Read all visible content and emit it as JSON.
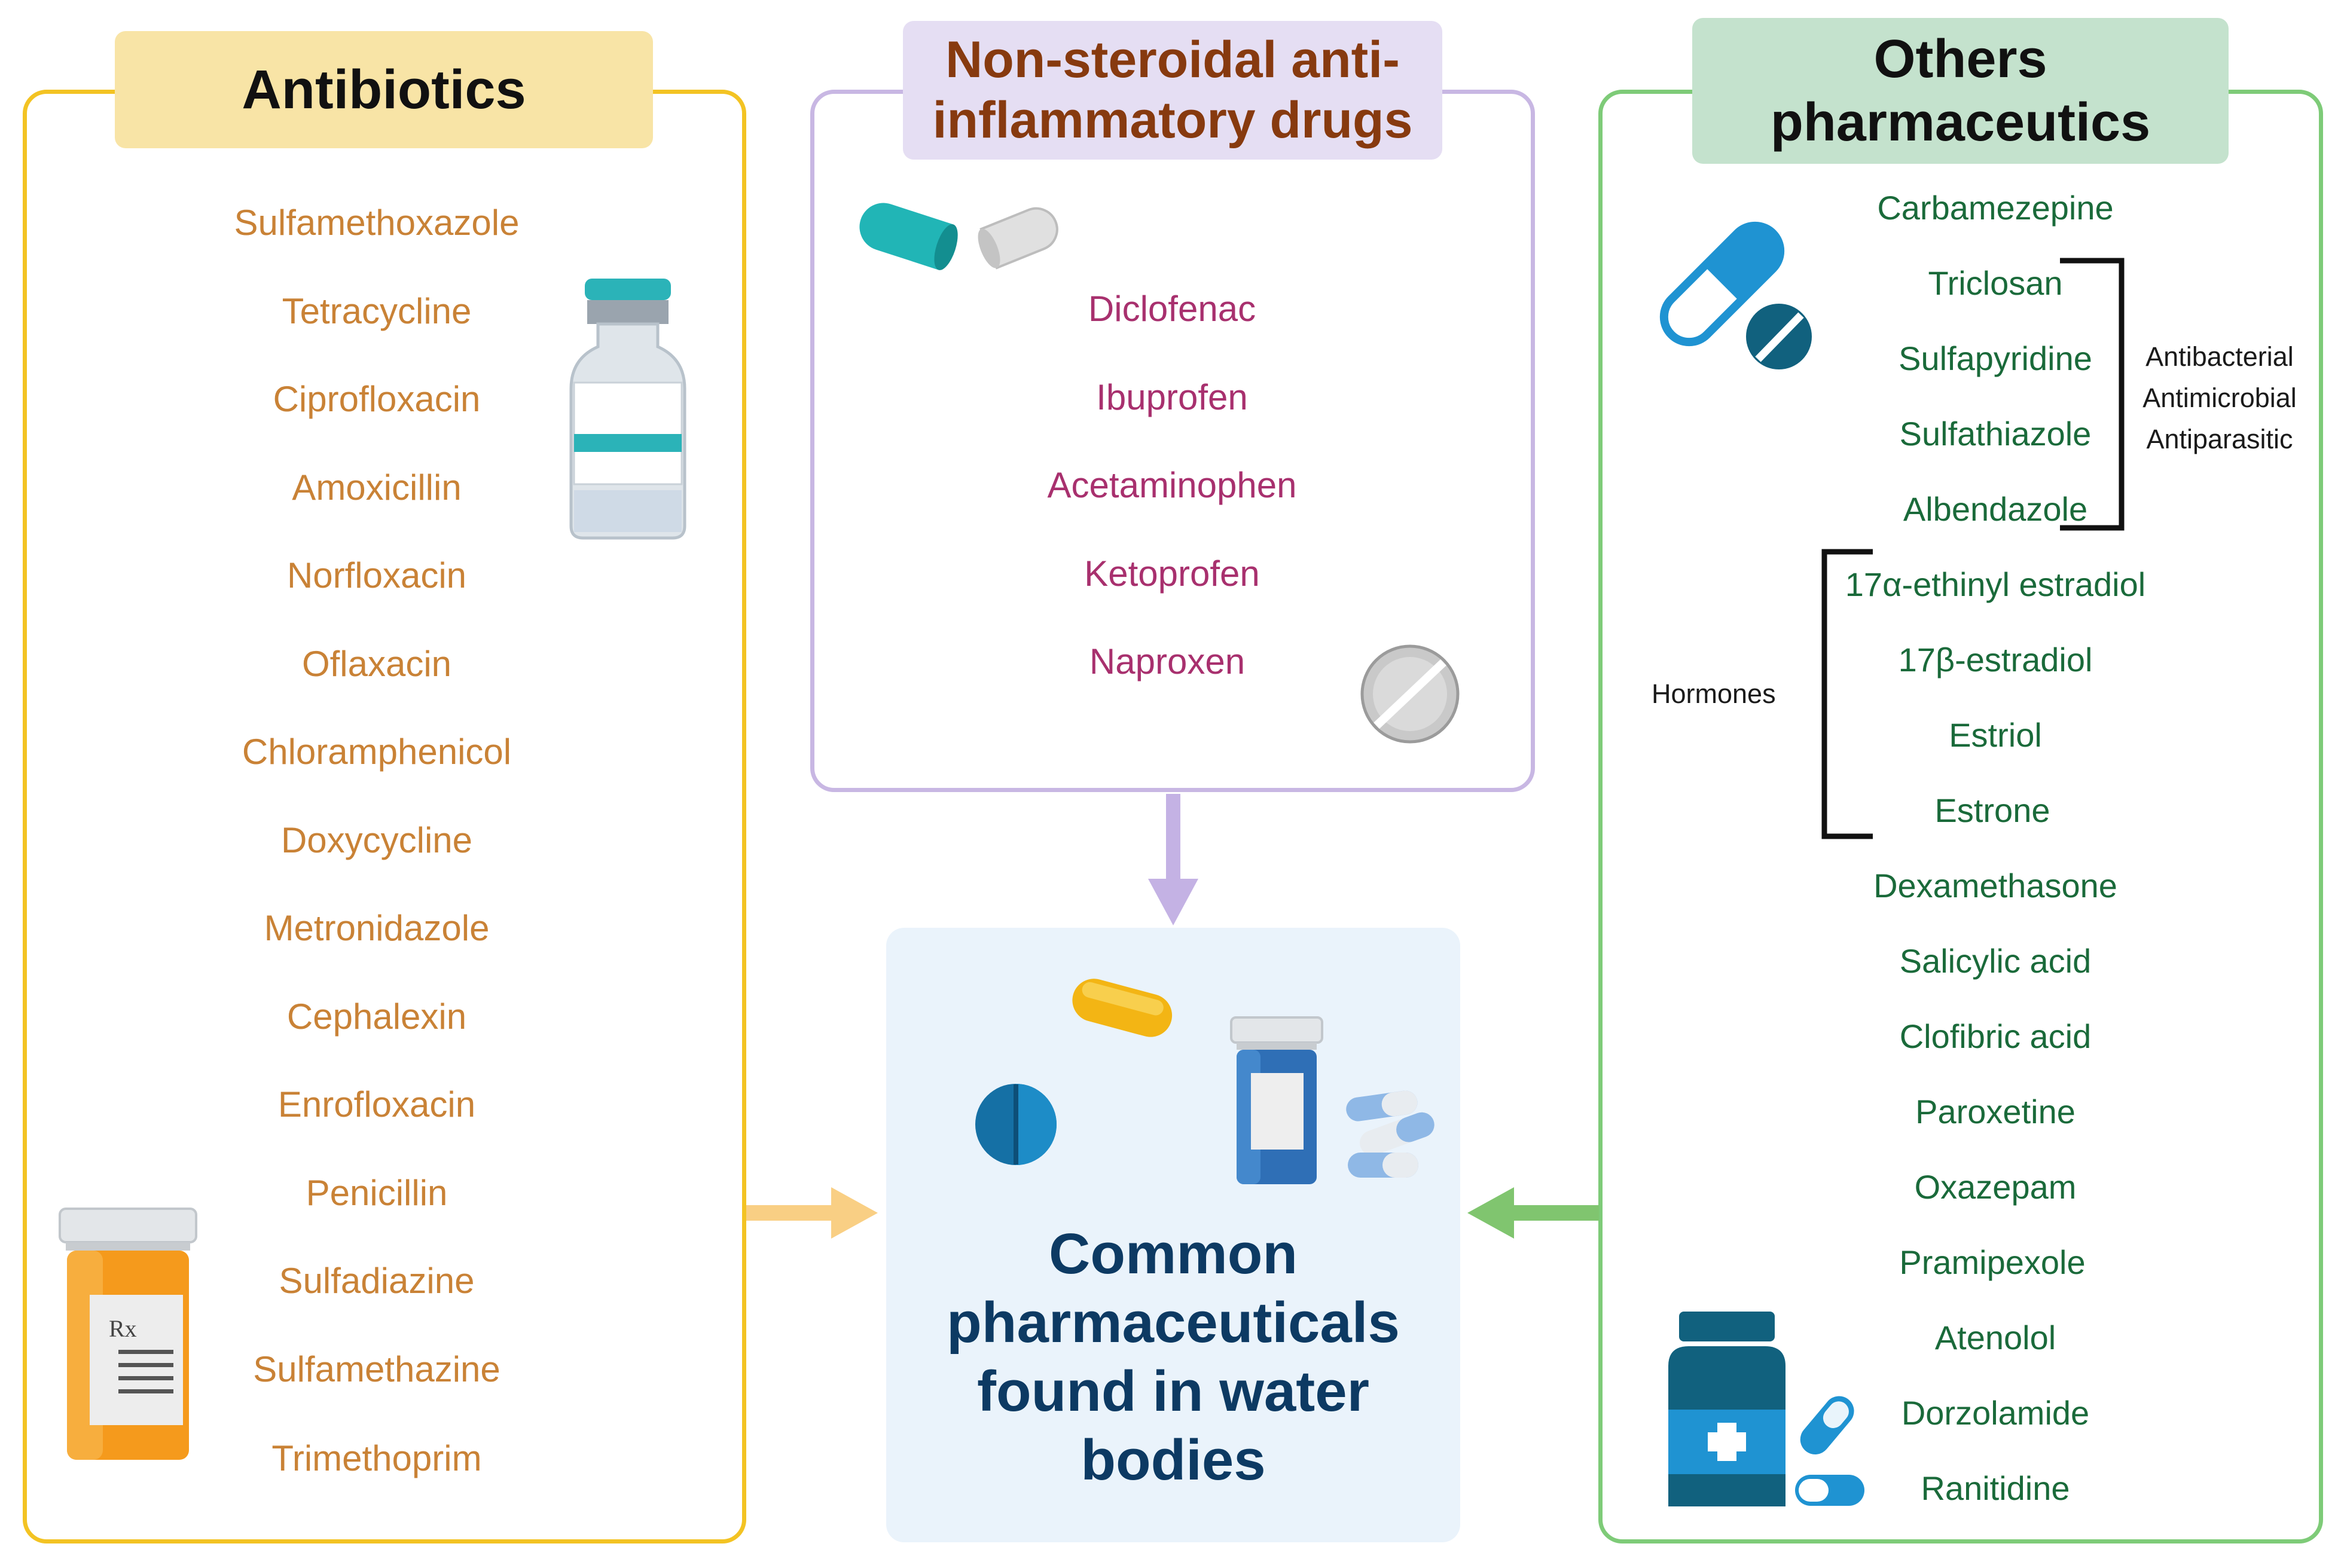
{
  "colors": {
    "antibiotics_border": "#f3c323",
    "antibiotics_header_bg": "#f8e4a6",
    "antibiotics_text": "#c98236",
    "nsaid_border": "#c8b7e3",
    "nsaid_header_bg": "#e5def3",
    "nsaid_title": "#873a0f",
    "nsaid_text": "#a8306e",
    "others_border": "#7ecb78",
    "others_header_bg": "#c4e2cd",
    "others_text": "#1a6a3a",
    "center_bg": "#eaf3fb",
    "center_text": "#0d3a63"
  },
  "antibiotics": {
    "title": "Antibiotics",
    "drugs": [
      "Sulfamethoxazole",
      "Tetracycline",
      "Ciprofloxacin",
      "Amoxicillin",
      "Norfloxacin",
      "Oflaxacin",
      "Chloramphenicol",
      "Doxycycline",
      "Metronidazole",
      "Cephalexin",
      "Enrofloxacin",
      "Penicillin",
      "Sulfadiazine",
      "Sulfamethazine",
      "Trimethoprim"
    ],
    "icons": [
      "vial-icon",
      "prescription-bottle-icon"
    ],
    "rx_symbol": "Rx"
  },
  "nsaids": {
    "title_line1": "Non-steroidal anti-",
    "title_line2": "inflammatory drugs",
    "drugs": [
      "Diclofenac",
      "Ibuprofen",
      "Acetaminophen",
      "Ketoprofen",
      "Naproxen"
    ],
    "icons": [
      "capsule-halves-icon",
      "tablet-icon"
    ]
  },
  "others": {
    "title_line1": "Others",
    "title_line2": "pharmaceutics",
    "drugs": [
      "Carbamezepine",
      "Triclosan",
      "Sulfapyridine",
      "Sulfathiazole",
      "Albendazole",
      "17α-ethinyl estradiol",
      "17β-estradiol",
      "Estriol",
      "Estrone",
      "Dexamethasone",
      "Salicylic acid",
      "Clofibric acid",
      "Paroxetine",
      "Oxazepam",
      "Pramipexole",
      "Atenolol",
      "Dorzolamide",
      "Ranitidine"
    ],
    "group_antibacterial": [
      "Antibacterial",
      "Antimicrobial",
      "Antiparasitic"
    ],
    "group_hormones": "Hormones",
    "icons": [
      "capsule-and-pill-icon",
      "medicine-bottle-icon"
    ]
  },
  "center": {
    "title_line1": "Common",
    "title_line2": "pharmaceuticals",
    "title_line3": "found in water",
    "title_line4": "bodies",
    "icons": [
      "yellow-pill-icon",
      "blue-tablet-icon",
      "pill-bottle-icon",
      "capsules-icon"
    ]
  },
  "arrows": [
    "arrow-down",
    "arrow-right",
    "arrow-left"
  ]
}
